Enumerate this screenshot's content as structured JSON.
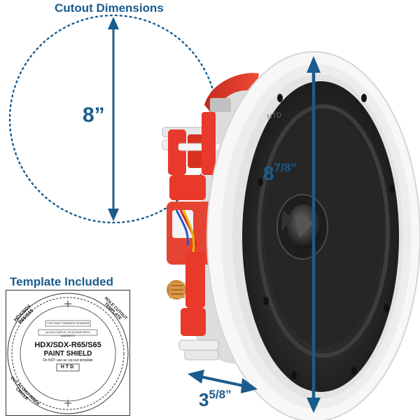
{
  "cutout": {
    "title": "Cutout Dimensions",
    "size_label": "8”"
  },
  "template": {
    "title": "Template Included",
    "top_note": "THIS SIDE TOWARDS SPEAKER",
    "staple_note": "ALIGN STAPLE LOCATIONS WITH MAGNETS",
    "model_line": "HDX/SDX-R65/S65",
    "paint_shield": "PAINT SHIELD",
    "do_not_note": "Do NOT use as cut-out template",
    "brand": "HTD",
    "corner_left": "HDX/SDX R65/S65",
    "corner_right": "HOLE CUTOUT TEMPLATE",
    "corner_bottom_left": "CUT ALONG INNER CIRCLE"
  },
  "speaker": {
    "brand_mark": "HTD",
    "diameter_whole": "8",
    "diameter_frac": "7/8”",
    "depth_whole": "3",
    "depth_frac": "5/8”"
  },
  "colors": {
    "accent": "#1a5c8c",
    "bracket_red": "#e8392a",
    "cone": "#2b2b2b",
    "grille_white": "#f4f4f4"
  }
}
